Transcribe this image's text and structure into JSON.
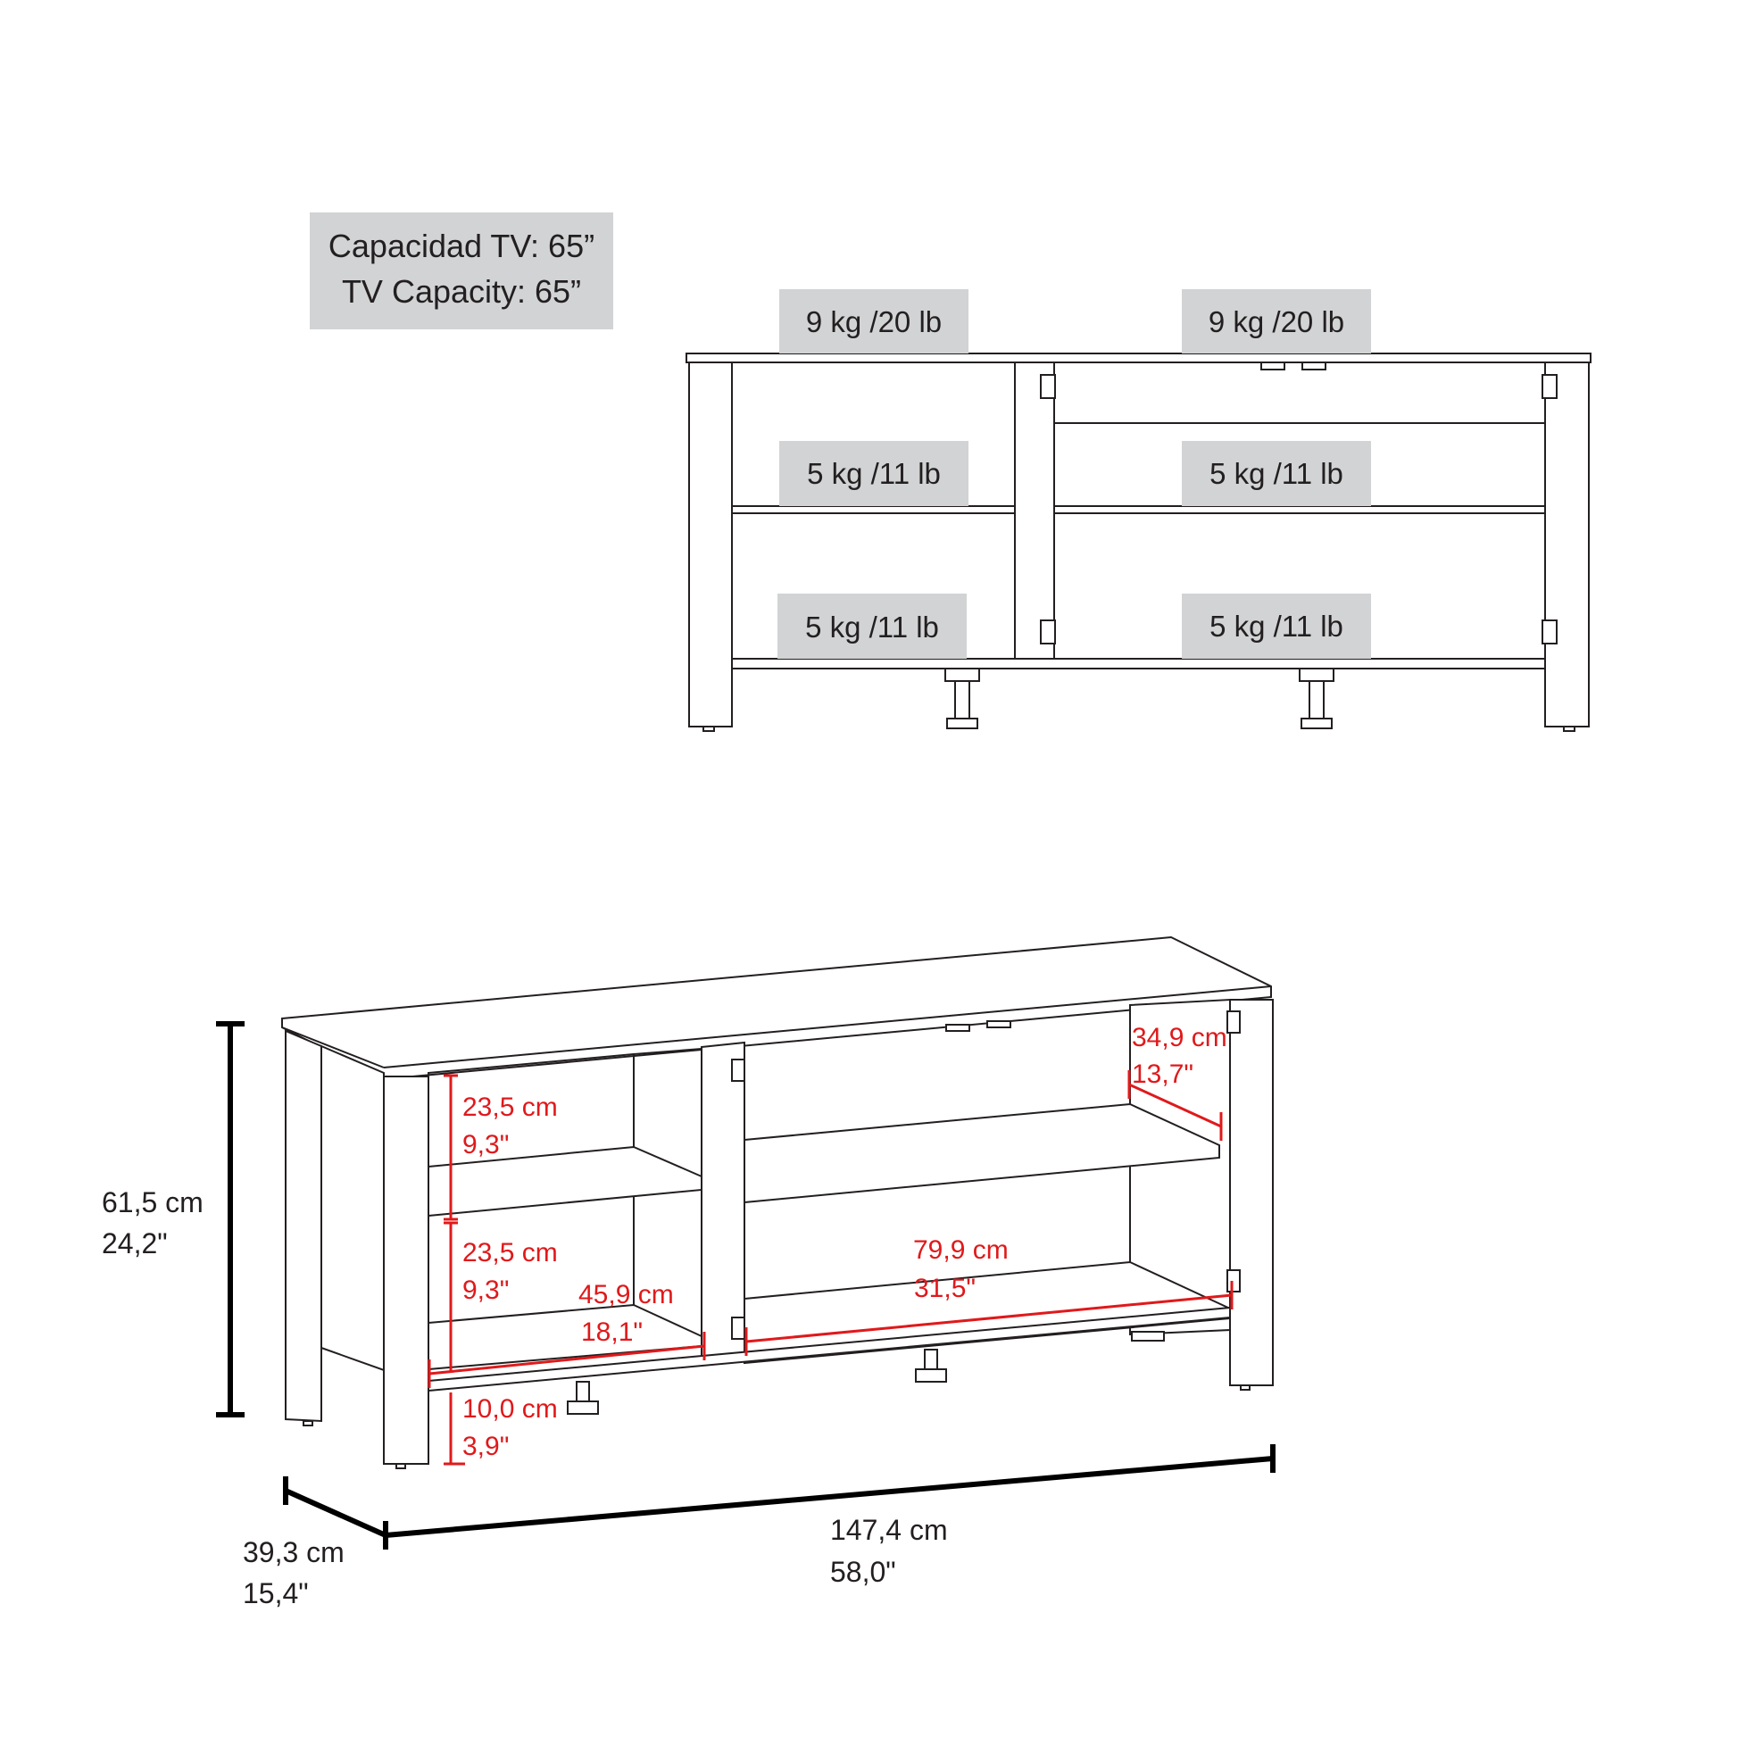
{
  "tv_capacity": {
    "line_es": "Capacidad TV: 65”",
    "line_en": "TV Capacity: 65”"
  },
  "loads": {
    "top_left": "9 kg /20 lb",
    "top_right": "9 kg /20 lb",
    "mid_left": "5 kg /11 lb",
    "mid_right": "5 kg /11 lb",
    "bottom_left": "5 kg /11 lb",
    "bottom_right": "5 kg /11 lb"
  },
  "dimensions": {
    "height": {
      "cm": "61,5 cm",
      "in": "24,2\""
    },
    "depth": {
      "cm": "39,3 cm",
      "in": "15,4\""
    },
    "width": {
      "cm": "147,4 cm",
      "in": "58,0\""
    },
    "upper_shelf_height": {
      "cm": "23,5 cm",
      "in": "9,3\""
    },
    "lower_shelf_height": {
      "cm": "23,5 cm",
      "in": "9,3\""
    },
    "leg_clearance": {
      "cm": "10,0 cm",
      "in": "3,9\""
    },
    "left_compartment_width": {
      "cm": "45,9 cm",
      "in": "18,1\""
    },
    "right_compartment_width": {
      "cm": "79,9 cm",
      "in": "31,5\""
    },
    "inner_depth": {
      "cm": "34,9 cm",
      "in": "13,7\""
    }
  },
  "colors": {
    "label_background": "#d1d3d4",
    "outline": "#231f20",
    "dimension_red": "#e0191b"
  }
}
